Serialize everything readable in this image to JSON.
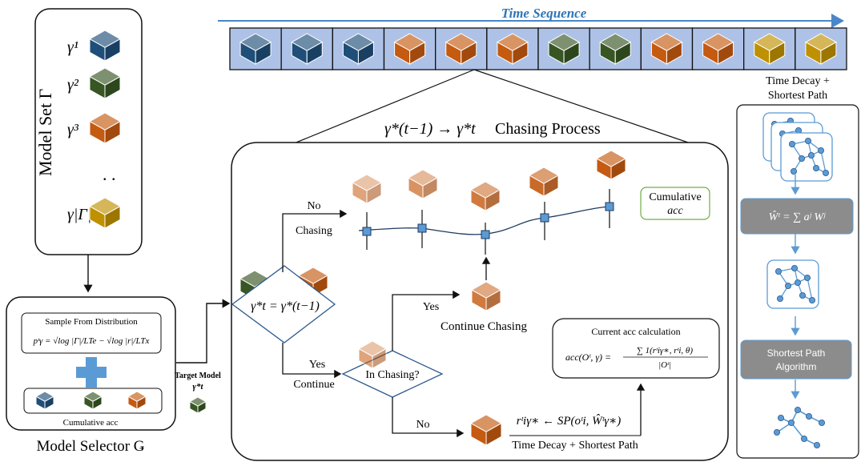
{
  "colors": {
    "blue_cube": "#1f4e79",
    "green_cube": "#375623",
    "orange_cube": "#c55a11",
    "gold_cube": "#bf9000",
    "strip_fill": "#adc2e6",
    "arrow_blue": "#4a86c8",
    "node_blue": "#5b9bd5",
    "gray_box": "#8c8c8c",
    "green_border": "#70ad47"
  },
  "model_set": {
    "title": "Model  Set Γ",
    "gammas": [
      "γ¹",
      "γ²",
      "γ³",
      "γ|Γ|"
    ],
    "ellipsis": ". ."
  },
  "time_sequence": {
    "title": "Time Sequence",
    "cubes": [
      "blue",
      "blue",
      "blue",
      "orange",
      "orange",
      "orange",
      "green",
      "green",
      "orange",
      "orange",
      "gold",
      "gold"
    ]
  },
  "chasing": {
    "title_math": "γ*(t−1)  → γ*t",
    "title_text": "Chasing Process",
    "no": "No",
    "chasing": "Chasing",
    "condition": "γ*t = γ*(t−1)",
    "yes_top": "Yes",
    "continue_chasing": "Continue Chasing",
    "yes_bottom": "Yes",
    "continue": "Continue",
    "in_chasing": "In Chasing?",
    "no_bottom": "No",
    "cumulative_line1": "Cumulative",
    "cumulative_line2": "acc",
    "acc_title": "Current acc calculation",
    "acc_formula_lhs": "acc(Oᵗ, γ) =",
    "acc_formula_num": "∑ 1(rᵗiγ∗, rᵗi, θ)",
    "acc_formula_den": "|Oᵗ|",
    "sp_formula": "rᵗiγ∗ ← SP(oᵗi, Ŵᵗγ∗)",
    "time_decay_sp": "Time Decay + Shortest Path"
  },
  "selector": {
    "sample_title": "Sample From Distribution",
    "prob_formula": "pᵗγ = √log |Γ|/LTe − √log |r|/LTx",
    "cumulative_label": "Cumulative acc",
    "caption": "Model Selector Ǥ",
    "target_model_line1": "Target Model",
    "target_model_line2": "γ*t"
  },
  "right_panel": {
    "title_line1": "Time Decay +",
    "title_line2": "Shortest Path",
    "w_formula": "Ŵᵗ = ∑ aʲ Wʲ",
    "sp_box_line1": "Shortest Path",
    "sp_box_line2": "Algorithm"
  }
}
